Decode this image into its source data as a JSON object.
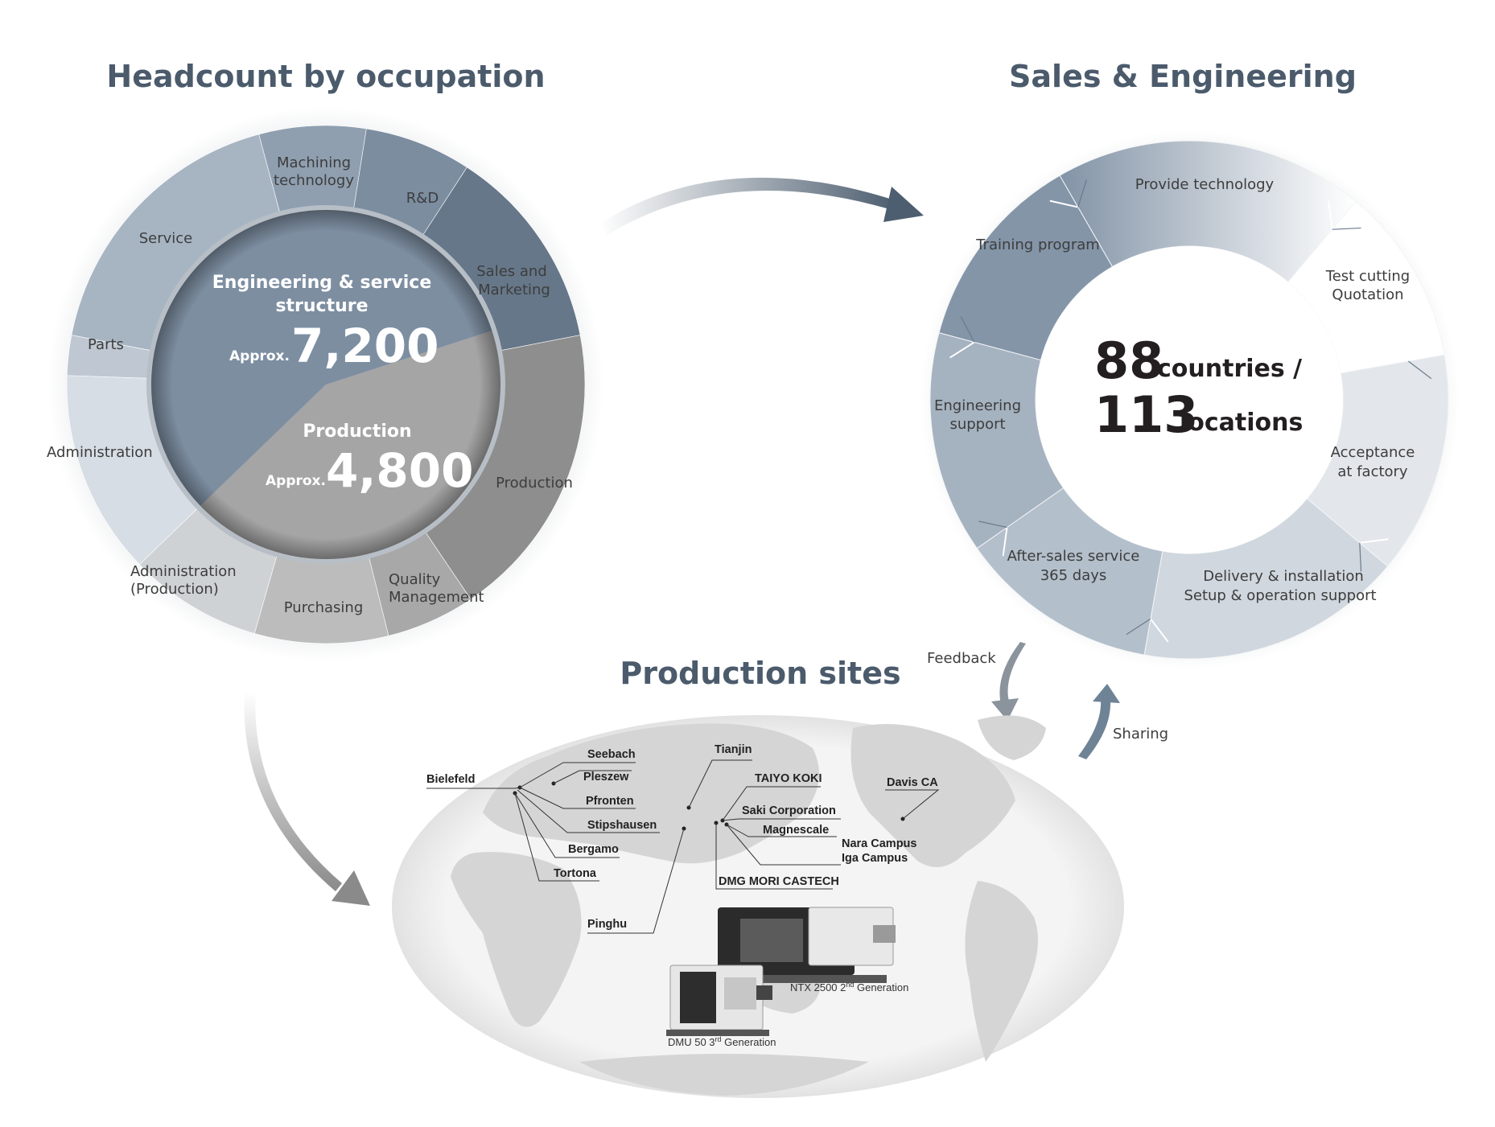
{
  "headcount": {
    "title": "Headcount by occupation",
    "outer_segments": [
      {
        "label": "Machining",
        "label2": "technology"
      },
      {
        "label": "R&D"
      },
      {
        "label": "Sales and",
        "label2": "Marketing"
      },
      {
        "label": "Production"
      },
      {
        "label": "Quality",
        "label2": "Management"
      },
      {
        "label": "Purchasing"
      },
      {
        "label": "Administration",
        "label2": "(Production)"
      },
      {
        "label": "Administration"
      },
      {
        "label": "Parts"
      },
      {
        "label": "Service"
      }
    ],
    "engineering": {
      "label1": "Engineering & service",
      "label2": "structure",
      "prefix": "Approx.",
      "value": "7,200"
    },
    "production": {
      "label": "Production",
      "prefix": "Approx.",
      "value": "4,800"
    },
    "colors": {
      "eng_center": "#7d8ea1",
      "prod_center": "#a5a5a5"
    }
  },
  "sales": {
    "title": "Sales & Engineering",
    "center": {
      "n1": "88",
      "t1": "countries /",
      "n2": "113",
      "t2": "locations"
    },
    "cycle": [
      {
        "label": "Provide technology"
      },
      {
        "label": "Test cutting",
        "label2": "Quotation"
      },
      {
        "label": "Acceptance",
        "label2": "at factory"
      },
      {
        "label": "Delivery & installation",
        "label2": "Setup & operation support"
      },
      {
        "label": "After-sales service",
        "label2": "365 days"
      },
      {
        "label": "Engineering",
        "label2": "support"
      },
      {
        "label": "Training program"
      }
    ]
  },
  "feedback": {
    "feedback_label": "Feedback",
    "sharing_label": "Sharing"
  },
  "production_sites": {
    "title": "Production sites",
    "europe": [
      "Bielefeld",
      "Seebach",
      "Pleszew",
      "Pfronten",
      "Stipshausen",
      "Bergamo",
      "Tortona"
    ],
    "china": [
      "Tianjin",
      "Pinghu"
    ],
    "japan": [
      "TAIYO KOKI",
      "Saki Corporation",
      "Magnescale",
      "Nara Campus",
      "Iga Campus",
      "DMG MORI CASTECH"
    ],
    "usa": [
      "Davis CA"
    ],
    "machines": {
      "ntx": "NTX 2500 2",
      "ntx_sup": "nd",
      "ntx_rest": " Generation",
      "dmu": "DMU 50 3",
      "dmu_sup": "rd",
      "dmu_rest": " Generation"
    }
  }
}
